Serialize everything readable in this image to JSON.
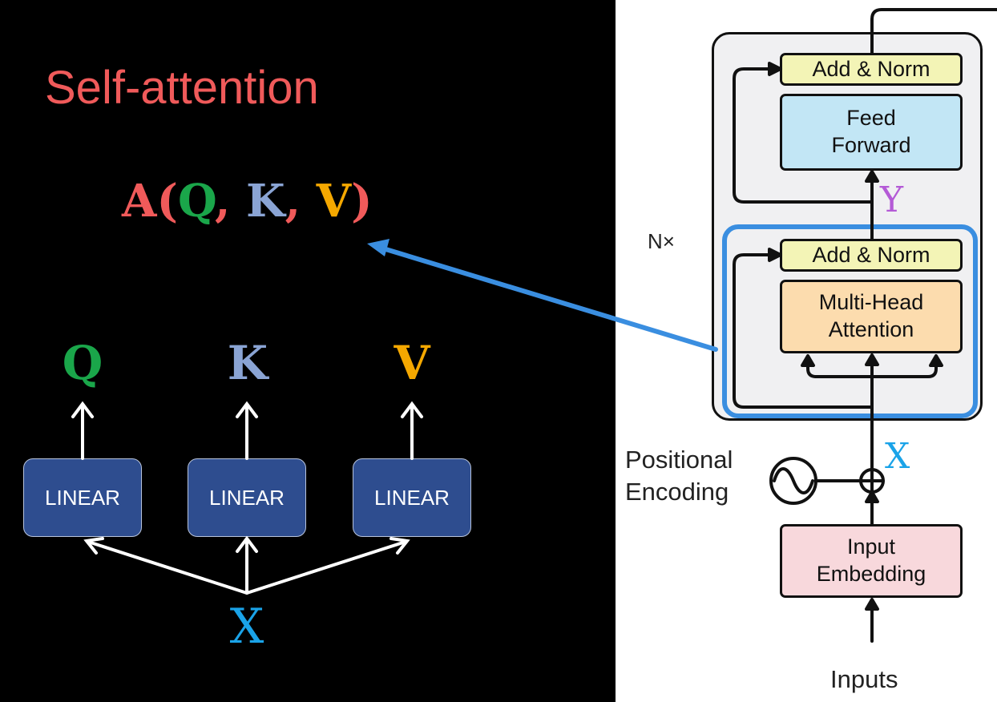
{
  "left": {
    "title": "Self-attention",
    "formula": {
      "fn": "A(",
      "q": "Q",
      "c1": ", ",
      "k": "K",
      "c2": ", ",
      "v": "V",
      "close": ")"
    },
    "outputs": {
      "q": "Q",
      "k": "K",
      "v": "V"
    },
    "linear_label": "LINEAR",
    "input_label": "X",
    "colors": {
      "title": "#f05a5a",
      "q": "#1aa64a",
      "k": "#8aa4d4",
      "v": "#f5a800",
      "x": "#1aa3e8",
      "linear_bg": "#2e4d8f"
    }
  },
  "transformer": {
    "nx_label": "N×",
    "add_norm_top": "Add & Norm",
    "feed_forward": "Feed\nForward",
    "y_label": "Y",
    "add_norm_bottom": "Add & Norm",
    "multi_head_attention": "Multi-Head\nAttention",
    "x_label": "X",
    "positional_encoding": "Positional\nEncoding",
    "input_embedding": "Input\nEmbedding",
    "inputs": "Inputs",
    "colors": {
      "add_norm": "#f3f4b6",
      "feed_forward": "#c2e6f5",
      "attention": "#fcdcae",
      "embedding": "#f8d8dc",
      "block_bg": "#f0f0f2",
      "highlight": "#3a8ee0",
      "y": "#b45ad6",
      "x": "#1aa3e8"
    }
  }
}
